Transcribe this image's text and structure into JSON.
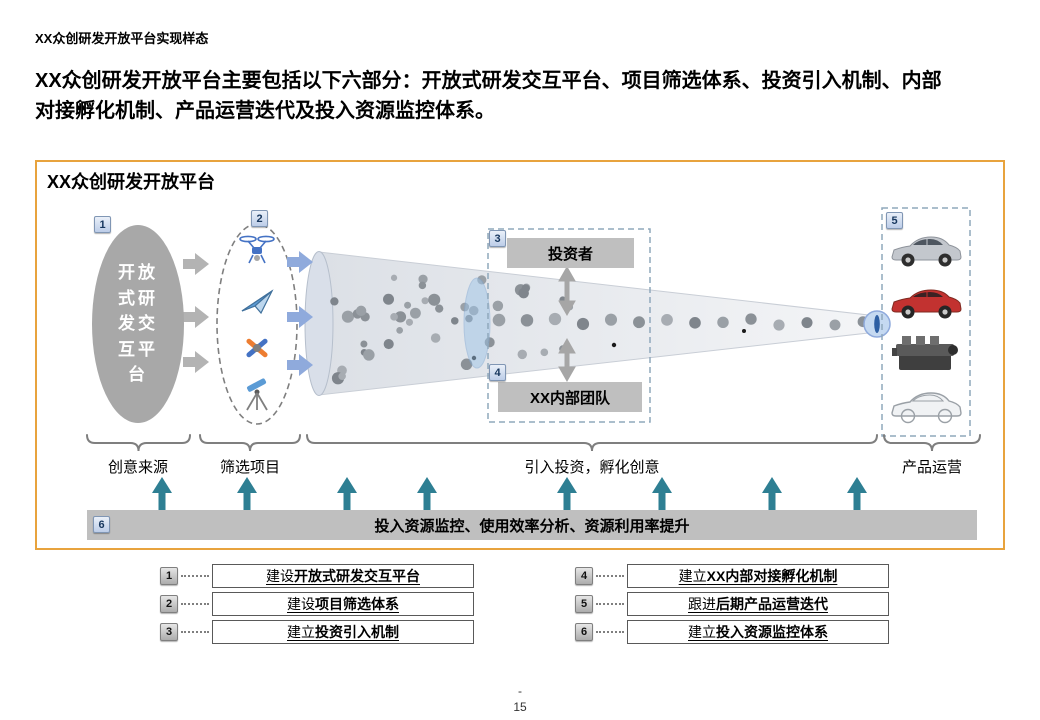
{
  "header": {
    "eyebrow": "XX众创研发开放平台实现样态",
    "title_lines": [
      "XX众创研发开放平台主要包括以下六部分：开放式研发交互平台、项目筛选体系、投资引入机制、内部",
      "对接孵化机制、产品运营迭代及投入资源监控体系。"
    ]
  },
  "diagram": {
    "title": "XX众创研发开放平台",
    "badges": [
      "1",
      "2",
      "3",
      "4",
      "5",
      "6"
    ],
    "platform_ellipse_lines": [
      "开放",
      "式研",
      "发交",
      "互平",
      "台"
    ],
    "idea_icons": [
      "drone-icon",
      "jet-icon",
      "tools-icon",
      "telescope-icon"
    ],
    "investor_label": "投资者",
    "internal_team_label": "XX内部团队",
    "monitor_bar_label": "投入资源监控、使用效率分析、资源利用率提升",
    "stage_labels": [
      "创意来源",
      "筛选项目",
      "引入投资，孵化创意",
      "产品运营"
    ],
    "product_images": [
      "silver-sedan-photo",
      "red-car-photo",
      "engine-photo",
      "concept-car-photo"
    ]
  },
  "legend": {
    "items": [
      {
        "num": "1",
        "prefix": "建设",
        "bold": "开放式研发交互平台"
      },
      {
        "num": "2",
        "prefix": "建设",
        "bold": "项目筛选体系"
      },
      {
        "num": "3",
        "prefix": "建立",
        "bold": "投资引入机制"
      },
      {
        "num": "4",
        "prefix": "建立",
        "bold": "XX内部对接孵化机制"
      },
      {
        "num": "5",
        "prefix": "跟进",
        "bold": "后期产品运营迭代"
      },
      {
        "num": "6",
        "prefix": "建立",
        "bold": "投入资源监控体系"
      }
    ]
  },
  "footer": {
    "dash": "-",
    "page_number": "15"
  },
  "colors": {
    "frame_border": "#E8A33D",
    "gray_fill": "#BFBFBF",
    "ellipse_gray": "#A8A8A8",
    "teal_arrow": "#2E7F93",
    "blue_arrow": "#8FAADC",
    "badge_blue": "#BCCDE8",
    "dashed_frame": "#8FA8BC"
  }
}
